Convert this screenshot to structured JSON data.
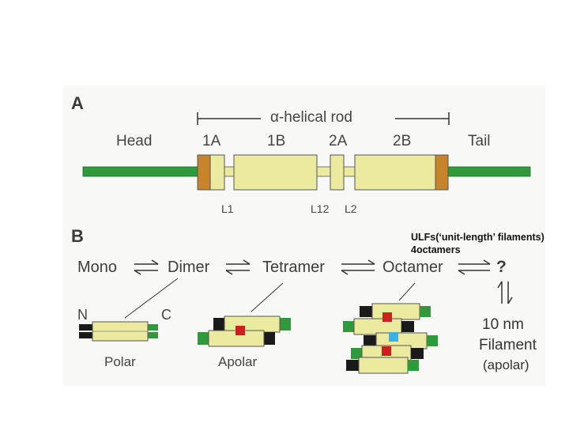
{
  "panel_a": {
    "letter": "A",
    "rod_label": "α-helical rod",
    "head": "Head",
    "tail": "Tail",
    "segments": [
      "1A",
      "1B",
      "2A",
      "2B"
    ],
    "linkers": [
      "L1",
      "L12",
      "L2"
    ]
  },
  "panel_b": {
    "letter": "B",
    "steps": [
      "Mono",
      "Dimer",
      "Tetramer",
      "Octamer",
      "?"
    ],
    "n_label": "N",
    "c_label": "C",
    "polar": "Polar",
    "apolar": "Apolar",
    "ulf_line1": "ULFs(‘unit-length’ filaments)",
    "ulf_line2": "4octamers",
    "filament_line1": "10 nm",
    "filament_line2": "Filament",
    "filament_line3": "(apolar)"
  },
  "colors": {
    "green": "#2f9a3c",
    "yellow": "#ecea9e",
    "orange": "#c8842a",
    "red": "#cc2020",
    "blue": "#3bb1e8",
    "black": "#1a1a1a"
  }
}
